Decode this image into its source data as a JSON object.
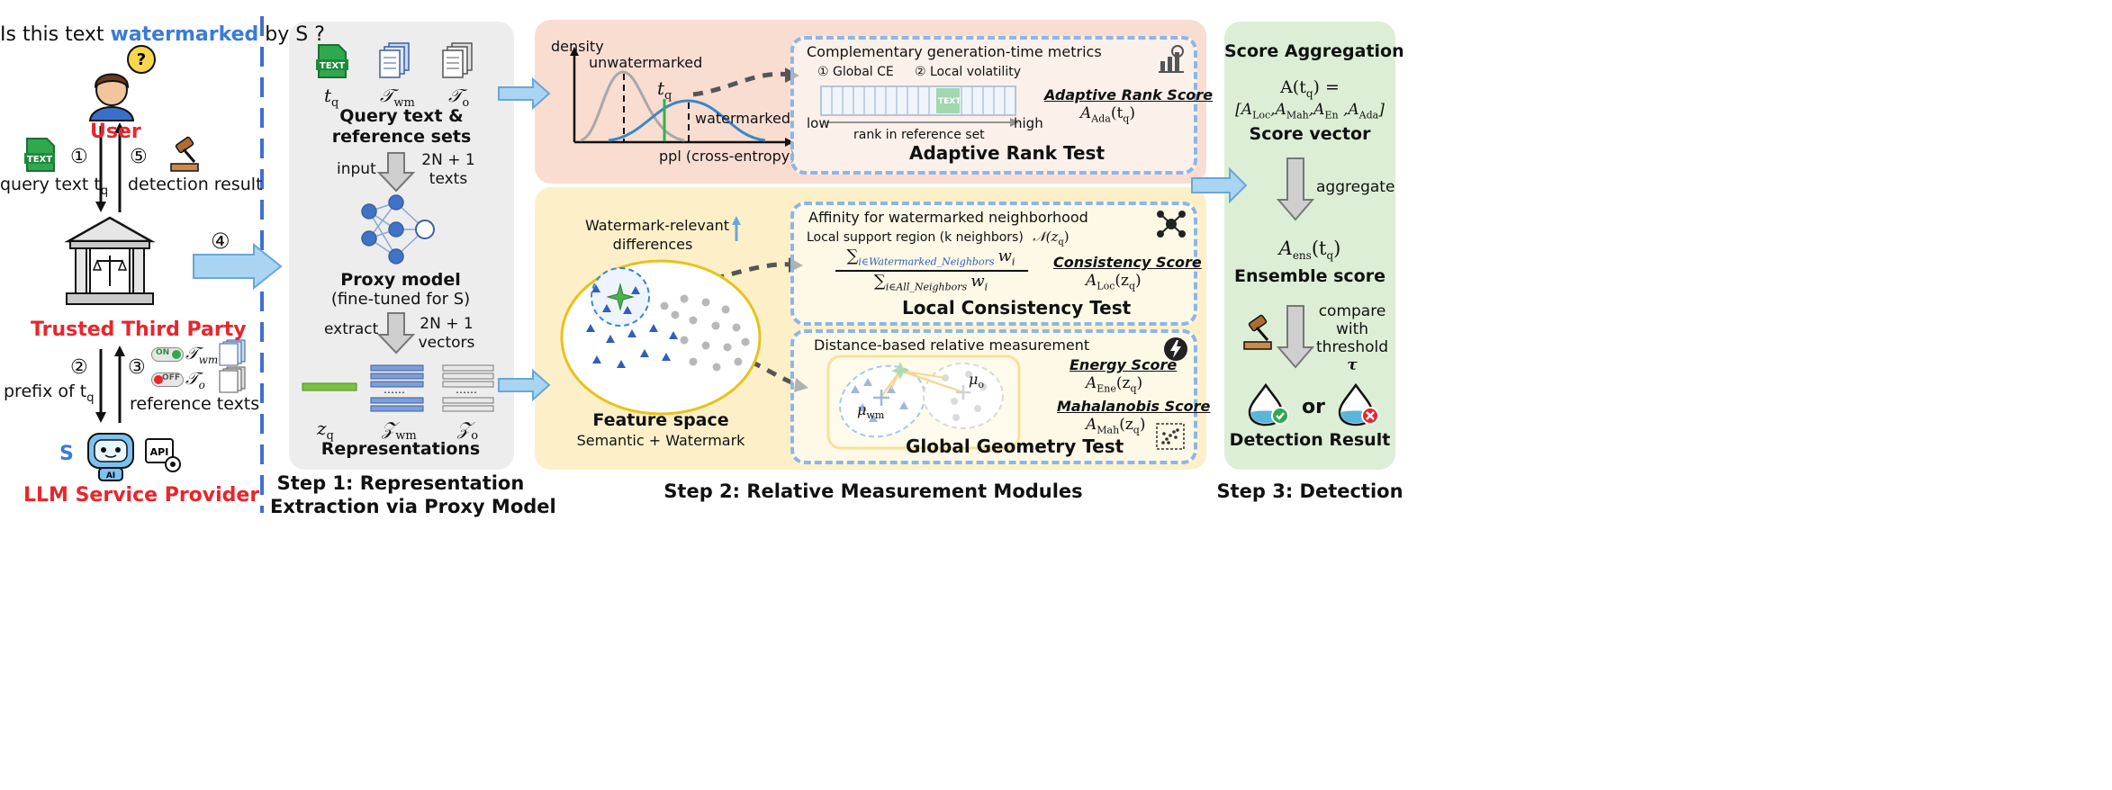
{
  "left": {
    "question_prefix": "Is this text ",
    "question_highlight": "watermarked",
    "question_suffix": " by S ?",
    "user_label": "User",
    "step1_num": "①",
    "step1_text": "query text t",
    "step1_sub": "q",
    "step5_num": "⑤",
    "step5_text": "detection result",
    "step4_num": "④",
    "ttp_label": "Trusted Third Party",
    "step2_num": "②",
    "step2_text": "prefix of t",
    "step2_sub": "q",
    "step3_num": "③",
    "toggle_on": "ON",
    "toggle_off": "OFF",
    "ref_wm": "𝒯",
    "ref_wm_sub": "wm",
    "ref_o": "𝒯",
    "ref_o_sub": "o",
    "ref_texts": "reference texts",
    "s_label": "S",
    "api_label": "API",
    "ai_label": "AI",
    "llm_label": "LLM Service Provider",
    "text_icon": "TEXT"
  },
  "step1": {
    "tq": "t",
    "tq_sub": "q",
    "twm": "𝒯",
    "twm_sub": "wm",
    "to": "𝒯",
    "to_sub": "o",
    "query_title_1": "Query text &",
    "query_title_2": "reference sets",
    "input": "input",
    "texts_1": "2N + 1",
    "texts_2": "texts",
    "proxy_title": "Proxy model",
    "proxy_sub": "(fine-tuned for S)",
    "extract": "extract",
    "vectors_1": "2N + 1",
    "vectors_2": "vectors",
    "zq": "z",
    "zq_sub": "q",
    "zwm": "𝒵",
    "zwm_sub": "wm",
    "zo": "𝒵",
    "zo_sub": "o",
    "rep_title": "Representations",
    "caption_1": "Step 1: Representation",
    "caption_2": "Extraction via Proxy Model",
    "dots": "……"
  },
  "step2": {
    "density": "density",
    "unwatermarked": "unwatermarked",
    "tq": "t",
    "tq_sub": "q",
    "watermarked": "watermarked",
    "ppl": "ppl (cross-entropy)",
    "comp_title": "Complementary generation-time metrics",
    "global_ce": "① Global CE",
    "local_vol": "② Local volatility",
    "low": "low",
    "high": "high",
    "rank_axis": "rank in reference set",
    "ars_title": "Adaptive Rank Score",
    "ars_formula": "A",
    "ars_sub": "Ada",
    "ars_arg": "(t",
    "ars_arg_sub": "q",
    "ars_close": ")",
    "art_title": "Adaptive Rank Test",
    "wm_diff_1": "Watermark-relevant",
    "wm_diff_2": "differences",
    "feature_title": "Feature space",
    "feature_sub": "Semantic + Watermark",
    "aff_title": "Affinity for watermarked neighborhood",
    "local_support": "Local support region (k neighbors)",
    "nz": "𝒩(z",
    "nz_sub": "q",
    "nz_close": ")",
    "num_sum": "∑",
    "num_idx": "i∈Watermarked_Neighbors",
    "num_w": "w",
    "num_wi": "i",
    "den_sum": "∑",
    "den_idx": "i∈All_Neighbors",
    "den_w": "w",
    "den_wi": "i",
    "cons_title": "Consistency Score",
    "cons_formula": "A",
    "cons_sub": "Loc",
    "cons_arg": "(z",
    "cons_arg_sub": "q",
    "cons_close": ")",
    "lct_title": "Local Consistency Test",
    "dist_title": "Distance-based relative measurement",
    "mu_o": "μ",
    "mu_o_sub": "o",
    "mu_wm": "μ",
    "mu_wm_sub": "wm",
    "energy_title": "Energy Score",
    "energy_formula": "A",
    "energy_sub": "Ene",
    "energy_arg": "(z",
    "energy_arg_sub": "q",
    "energy_close": ")",
    "maha_title": "Mahalanobis Score",
    "maha_formula": "A",
    "maha_sub": "Mah",
    "maha_arg": "(z",
    "maha_arg_sub": "q",
    "maha_close": ")",
    "ggt_title": "Global Geometry Test",
    "caption": "Step 2: Relative Measurement Modules",
    "text_icon": "TEXT"
  },
  "step3": {
    "title": "Score Aggregation",
    "vec_lhs": "A(t",
    "vec_lhs_sub": "q",
    "vec_lhs_close": ") =",
    "vec_rhs": "[A",
    "vec_loc": "Loc",
    "vec_mah": "Mah",
    "vec_en": "En",
    "vec_ada": "Ada",
    "score_vector": "Score vector",
    "aggregate": "aggregate",
    "ens_formula": "A",
    "ens_sub": "ens",
    "ens_arg": "(t",
    "ens_arg_sub": "q",
    "ens_close": ")",
    "ensemble": "Ensemble score",
    "compare_1": "compare",
    "compare_2": "with",
    "compare_3": "threshold",
    "tau": "τ",
    "or": "or",
    "result": "Detection Result",
    "caption": "Step 3: Detection"
  },
  "colors": {
    "step2_top_bg": "#f9ddd1",
    "step2_bottom_bg": "#fdf0c9",
    "step1_bg": "#ededed",
    "step3_bg": "#dcefd6",
    "dash_blue": "#8db6e6",
    "red": "#e8262b",
    "blue": "#3b7bd6"
  },
  "icons": [
    "text-file-icon",
    "document-stack-icon",
    "user-avatar-icon",
    "question-bubble-icon",
    "gavel-icon",
    "bank-building-icon",
    "robot-icon",
    "api-gear-icon",
    "neural-network-icon",
    "growth-chart-icon",
    "network-nodes-icon",
    "lightning-icon",
    "scatter-plot-icon",
    "water-drop-check-icon",
    "water-drop-cross-icon",
    "block-arrow-icon"
  ]
}
